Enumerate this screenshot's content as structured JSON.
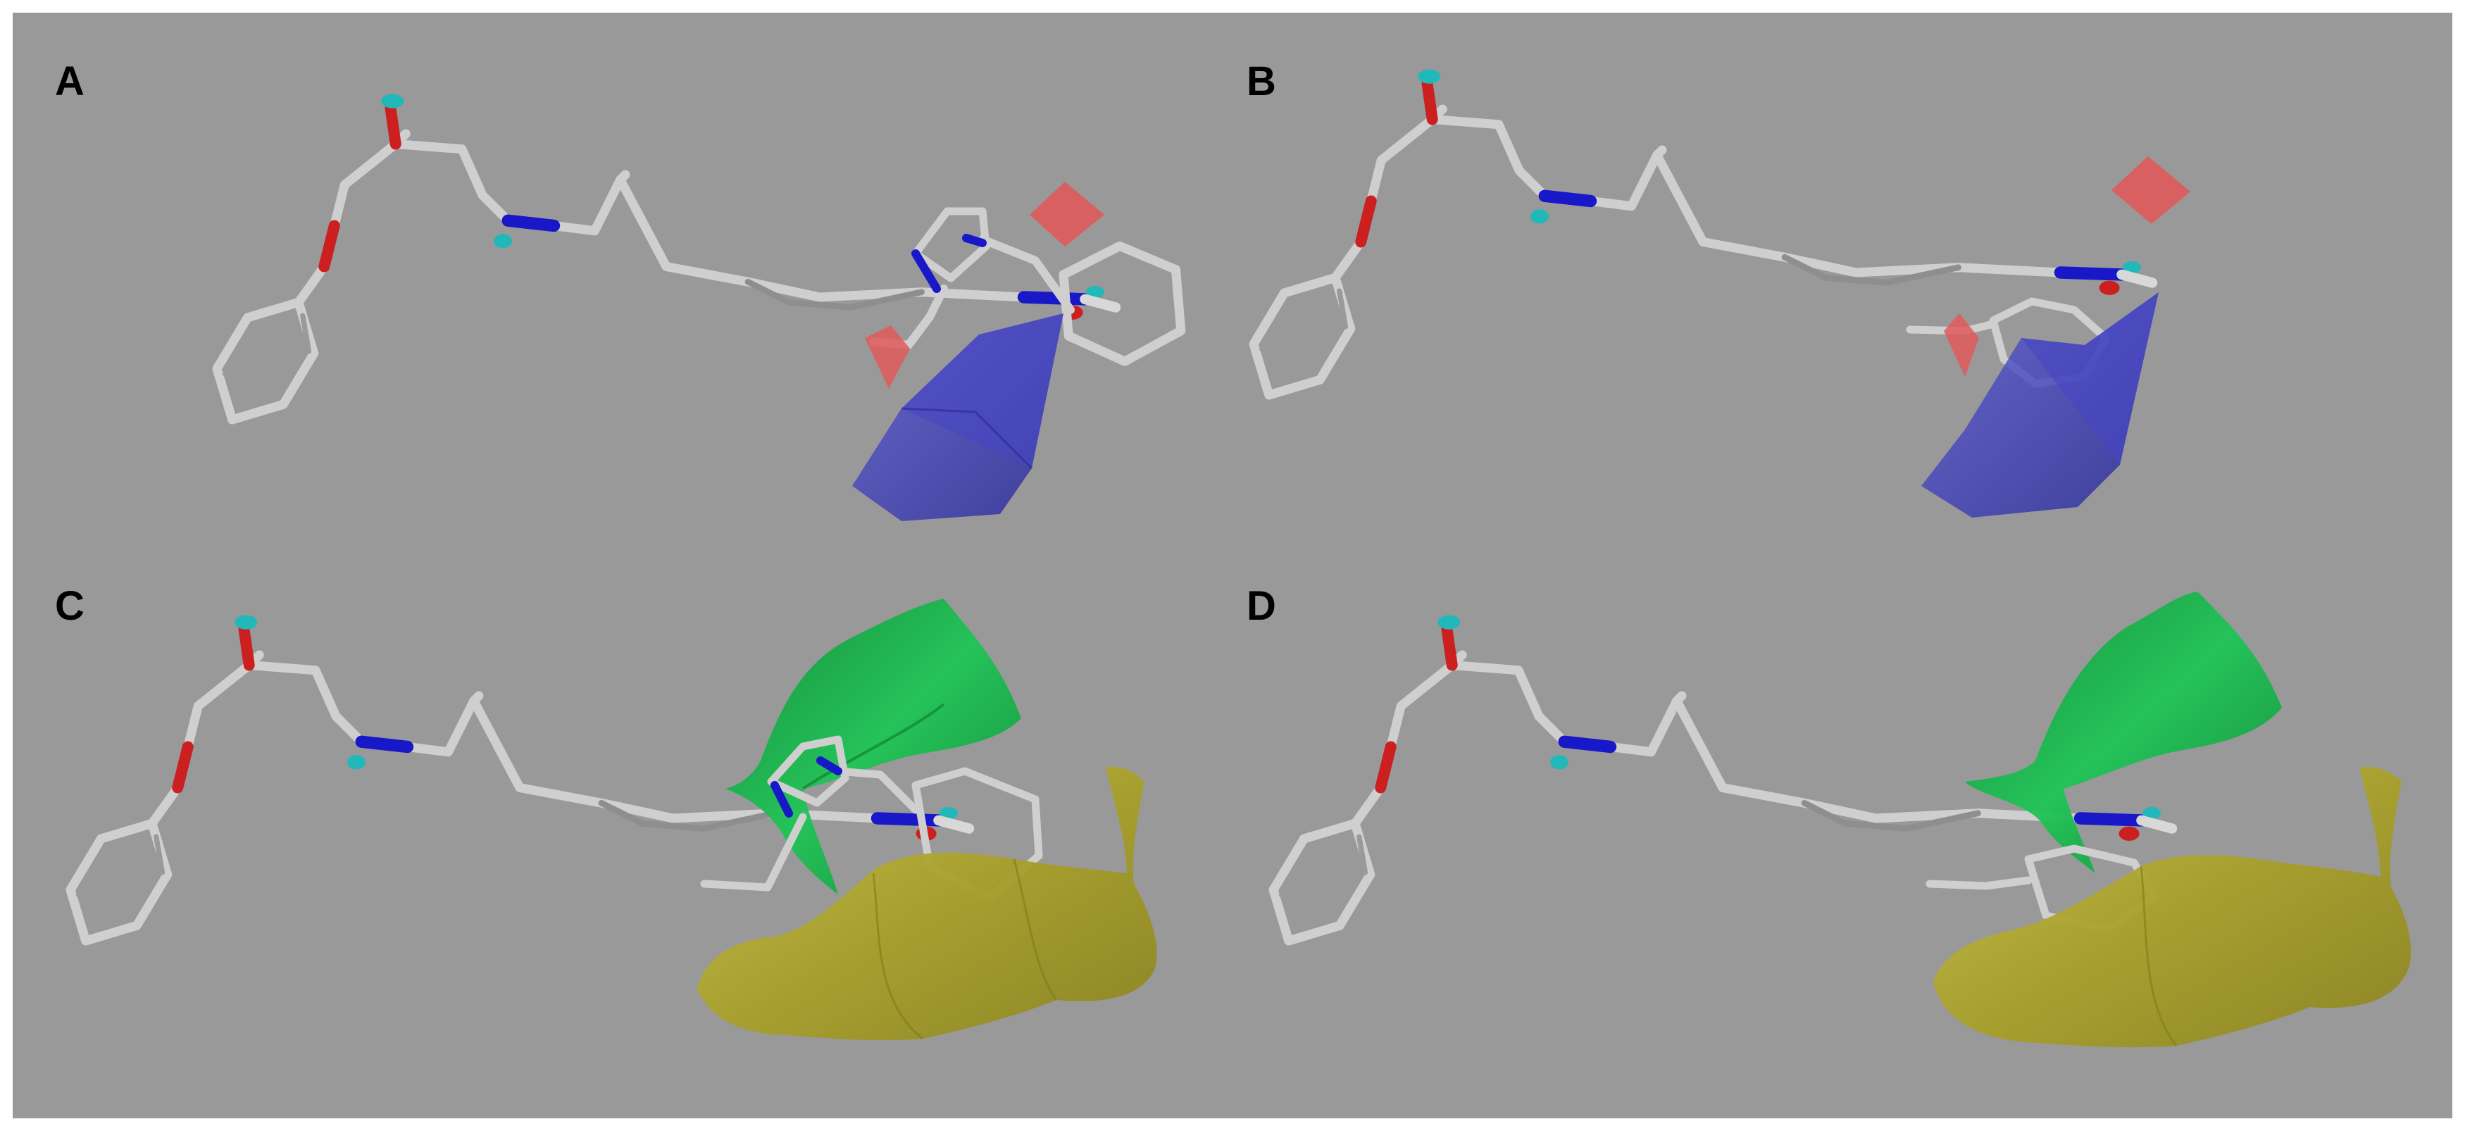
{
  "figure": {
    "background": "#999999",
    "border_color": "#ffffff",
    "panels": [
      {
        "label": "A",
        "field_colors": [
          "#e05050",
          "#3a3ab4"
        ]
      },
      {
        "label": "B",
        "field_colors": [
          "#e05050",
          "#3a3ab4"
        ]
      },
      {
        "label": "C",
        "field_colors": [
          "#1aa846",
          "#b8b032"
        ]
      },
      {
        "label": "D",
        "field_colors": [
          "#1aa846",
          "#b8b032"
        ]
      }
    ],
    "atom_colors": {
      "carbon": "#d8d8d8",
      "oxygen": "#d42020",
      "nitrogen": "#1818c8",
      "hydrogen": "#18b0b0"
    }
  }
}
